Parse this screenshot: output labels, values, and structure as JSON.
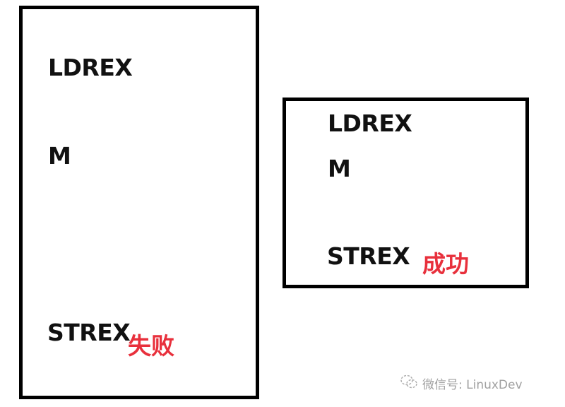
{
  "left_box": {
    "line1": "LDREX",
    "line2": "M",
    "line3": "STREX",
    "status": "失败"
  },
  "right_box": {
    "line1": "LDREX",
    "line2": "M",
    "line3": "STREX",
    "status": "成功"
  },
  "watermark": {
    "icon": "wechat-icon",
    "text": "微信号: LinuxDev"
  },
  "colors": {
    "status": "#e8303c",
    "border": "#000000"
  }
}
